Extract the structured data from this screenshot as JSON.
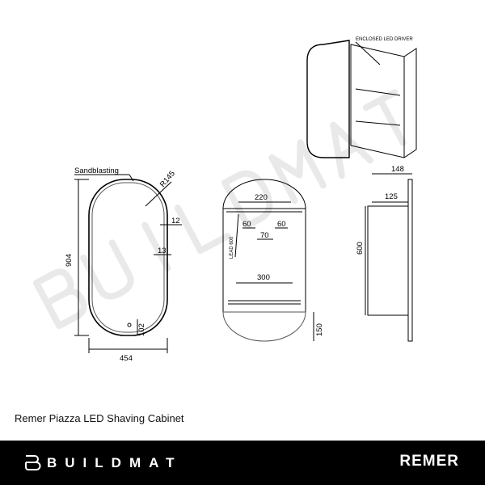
{
  "watermark": "BUILDMAT",
  "front_view": {
    "label_finish": "Sandblasting",
    "radius": "R145",
    "height": "904",
    "width": "454",
    "inset_top": "12",
    "inset_side": "13",
    "sensor_offset": "102"
  },
  "open_view": {
    "dim_top": "220",
    "dim_a": "60",
    "dim_b": "70",
    "dim_c": "60",
    "lead": "LEAD 600",
    "dim_shelf": "300",
    "dim_bottom": "150"
  },
  "side_view": {
    "depth_total": "148",
    "depth_body": "125",
    "height": "600"
  },
  "iso_view": {
    "label": "ENCLOSED LED DRIVER"
  },
  "product_title": "Remer Piazza LED Shaving Cabinet",
  "footer": {
    "brand_left": "BUILDMAT",
    "brand_right": "REMER"
  }
}
